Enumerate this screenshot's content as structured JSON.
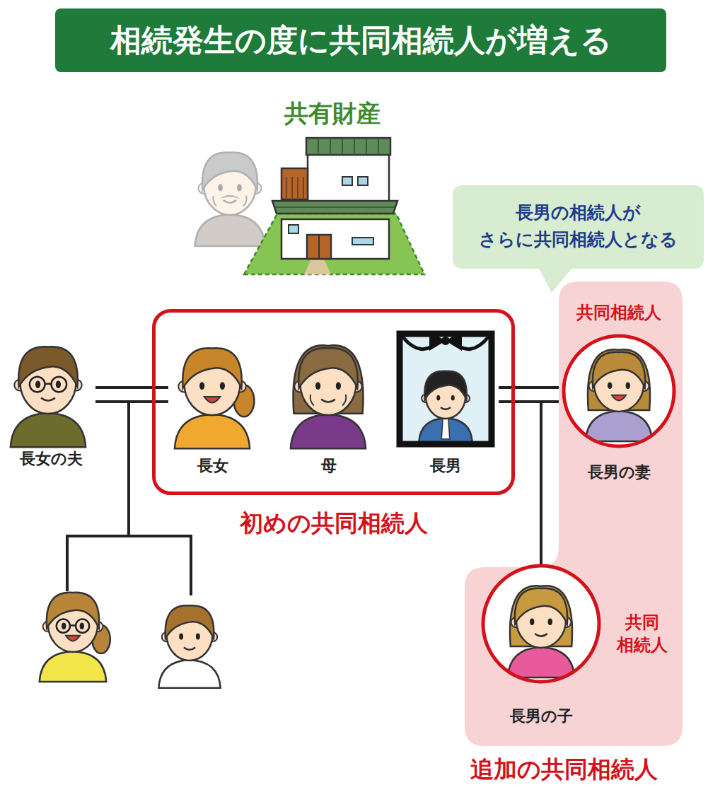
{
  "diagram": {
    "title": "相続発生の度に共同相続人が増える",
    "nodes": [
      {
        "text": [
          "長男の相続人が さらに共同相続人となる"
        ]
      },
      {
        "text": [
          "長女の夫"
        ]
      },
      {
        "text": [
          "初めの共同相続人"
        ]
      },
      {
        "text": [
          "長女"
        ],
        "in": 2
      },
      {
        "text": [
          "母"
        ],
        "in": 2
      },
      {
        "text": [
          "長男"
        ],
        "in": 2
      },
      {
        "text": [
          "追加の共同相続人"
        ]
      },
      {
        "text": [
          "共同相続人",
          "長男の妻"
        ],
        "in": 6
      },
      {
        "text": [
          "共同 相続人",
          "長男の子"
        ],
        "in": 6
      }
    ],
    "edges": [
      {
        "from": 1,
        "to": 3,
        "arrow": "none"
      },
      {
        "from": 5,
        "to": 7,
        "arrow": "none"
      },
      {
        "from": 5,
        "to": 8,
        "arrow": "none"
      }
    ],
    "labels": [
      "共有財産"
    ]
  }
}
